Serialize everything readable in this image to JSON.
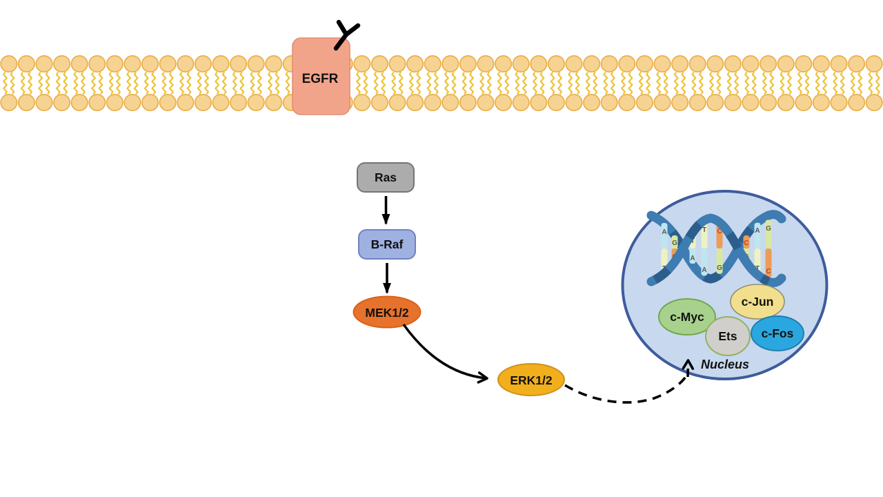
{
  "background": "#FFFFFF",
  "membrane": {
    "name": "lipid-bilayer",
    "head_fill": "#F6D392",
    "head_stroke": "#E9AC41",
    "tail_color": "#EFC233"
  },
  "receptor": {
    "label": "EGFR",
    "fill": "#F2A48B",
    "stroke": "#E08F72"
  },
  "ligand": {
    "name": "antibody",
    "color": "#000000"
  },
  "nodes": {
    "ras": {
      "label": "Ras",
      "fill": "#ACACAC",
      "stroke": "#747474"
    },
    "braf": {
      "label": "B-Raf",
      "fill": "#9FB1E1",
      "stroke": "#7081C0"
    },
    "mek": {
      "label": "MEK1/2",
      "fill": "#E7722B",
      "stroke": "#D9601A"
    },
    "erk": {
      "label": "ERK1/2",
      "fill": "#F1AF1E",
      "stroke": "#D1901C"
    }
  },
  "arrows": [
    {
      "from": "Ras",
      "to": "B-Raf",
      "style": "solid-straight"
    },
    {
      "from": "B-Raf",
      "to": "MEK1/2",
      "style": "solid-straight"
    },
    {
      "from": "MEK1/2",
      "to": "ERK1/2",
      "style": "solid-curved"
    },
    {
      "from": "ERK1/2",
      "to": "Nucleus",
      "style": "dashed-curved"
    }
  ],
  "nucleus": {
    "label": "Nucleus",
    "fill": "#C8D8EE",
    "stroke": "#3E5C9C",
    "factors": [
      {
        "label": "c-Myc",
        "fill": "#A9D18E",
        "stroke": "#6FA84C"
      },
      {
        "label": "c-Jun",
        "fill": "#F2DF8D",
        "stroke": "#8F8F74"
      },
      {
        "label": "Ets",
        "fill": "#D0CFCB",
        "stroke": "#92B35B"
      },
      {
        "label": "c-Fos",
        "fill": "#2BA7E0",
        "stroke": "#1F7FAE"
      }
    ],
    "dna": {
      "name": "dna-double-helix",
      "strand_color": "#3E7CB1",
      "strand_dark": "#2B5E8C",
      "base_colors": {
        "A": "#BEE6F0",
        "T": "#EEF2C2",
        "G": "#D8E8A0",
        "C": "#EE9B57"
      },
      "pairs": [
        [
          "A",
          "T"
        ],
        [
          "G",
          "C"
        ],
        [
          "T",
          "A"
        ],
        [
          "T",
          "A"
        ],
        [
          "C",
          "G"
        ],
        [
          "C",
          "G"
        ],
        [
          "A",
          "T"
        ],
        [
          "G",
          "C"
        ]
      ]
    }
  }
}
